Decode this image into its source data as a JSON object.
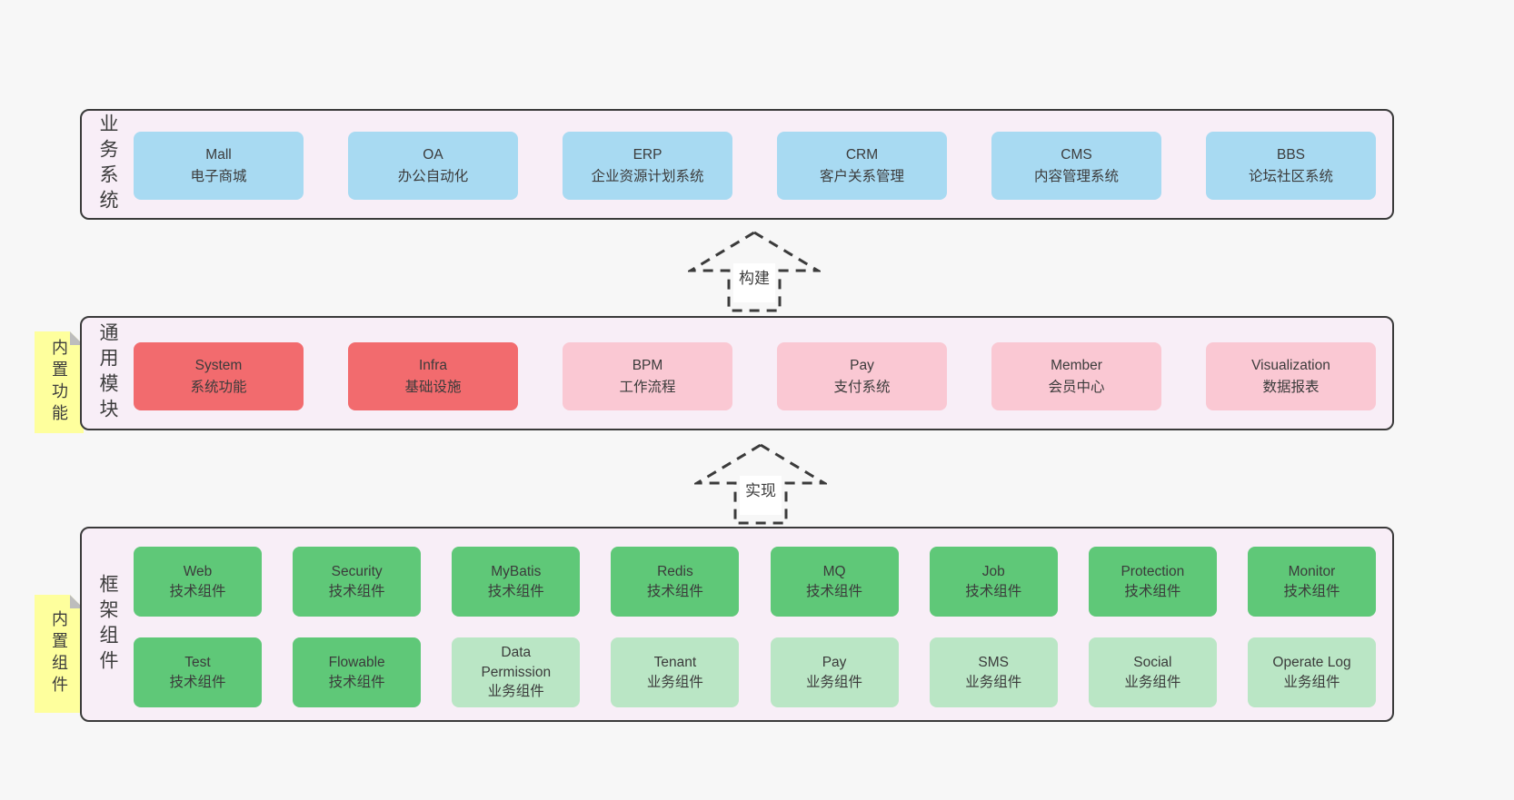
{
  "colors": {
    "page_bg": "#f7f7f7",
    "panel_bg": "#f8eef7",
    "panel_border": "#3a3a3a",
    "blue_box": "#a8daf2",
    "red_box": "#f26b6e",
    "pink_box": "#fac8d3",
    "green_box": "#5fc878",
    "light_green_box": "#bae6c5",
    "sticky_bg": "#feff9d",
    "sticky_fold": "#bdbdbd",
    "text": "#3b3b3b"
  },
  "business": {
    "label": "业务系统",
    "boxes": [
      {
        "title": "Mall",
        "subtitle": "电子商城",
        "variant": "blue"
      },
      {
        "title": "OA",
        "subtitle": "办公自动化",
        "variant": "blue"
      },
      {
        "title": "ERP",
        "subtitle": "企业资源计划系统",
        "variant": "blue"
      },
      {
        "title": "CRM",
        "subtitle": "客户关系管理",
        "variant": "blue"
      },
      {
        "title": "CMS",
        "subtitle": "内容管理系统",
        "variant": "blue"
      },
      {
        "title": "BBS",
        "subtitle": "论坛社区系统",
        "variant": "blue"
      }
    ]
  },
  "arrows": {
    "build": {
      "label": "构建"
    },
    "implement": {
      "label": "实现"
    }
  },
  "modules": {
    "label": "通用模块",
    "sticky": "内置功能",
    "boxes": [
      {
        "title": "System",
        "subtitle": "系统功能",
        "variant": "red"
      },
      {
        "title": "Infra",
        "subtitle": "基础设施",
        "variant": "red"
      },
      {
        "title": "BPM",
        "subtitle": "工作流程",
        "variant": "pink"
      },
      {
        "title": "Pay",
        "subtitle": "支付系统",
        "variant": "pink"
      },
      {
        "title": "Member",
        "subtitle": "会员中心",
        "variant": "pink"
      },
      {
        "title": "Visualization",
        "subtitle": "数据报表",
        "variant": "pink"
      }
    ]
  },
  "components": {
    "label": "框架组件",
    "sticky": "内置组件",
    "row1": [
      {
        "title": "Web",
        "subtitle": "技术组件",
        "variant": "green"
      },
      {
        "title": "Security",
        "subtitle": "技术组件",
        "variant": "green"
      },
      {
        "title": "MyBatis",
        "subtitle": "技术组件",
        "variant": "green"
      },
      {
        "title": "Redis",
        "subtitle": "技术组件",
        "variant": "green"
      },
      {
        "title": "MQ",
        "subtitle": "技术组件",
        "variant": "green"
      },
      {
        "title": "Job",
        "subtitle": "技术组件",
        "variant": "green"
      },
      {
        "title": "Protection",
        "subtitle": "技术组件",
        "variant": "green"
      },
      {
        "title": "Monitor",
        "subtitle": "技术组件",
        "variant": "green"
      }
    ],
    "row2": [
      {
        "title": "Test",
        "subtitle": "技术组件",
        "variant": "green"
      },
      {
        "title": "Flowable",
        "subtitle": "技术组件",
        "variant": "green"
      },
      {
        "title": "Data Permission",
        "subtitle": "业务组件",
        "variant": "lightgreen"
      },
      {
        "title": "Tenant",
        "subtitle": "业务组件",
        "variant": "lightgreen"
      },
      {
        "title": "Pay",
        "subtitle": "业务组件",
        "variant": "lightgreen"
      },
      {
        "title": "SMS",
        "subtitle": "业务组件",
        "variant": "lightgreen"
      },
      {
        "title": "Social",
        "subtitle": "业务组件",
        "variant": "lightgreen"
      },
      {
        "title": "Operate Log",
        "subtitle": "业务组件",
        "variant": "lightgreen"
      }
    ]
  }
}
